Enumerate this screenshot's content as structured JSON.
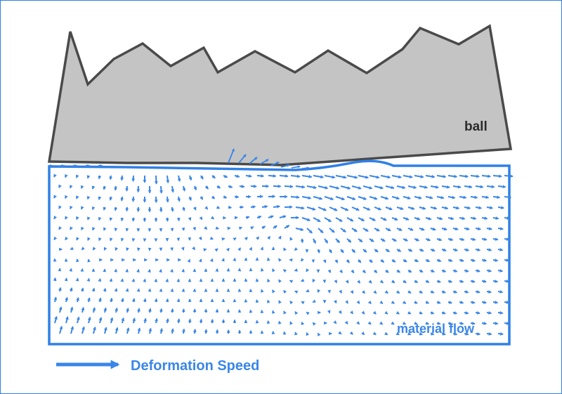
{
  "labels": {
    "ball": "ball",
    "material": "material flow",
    "legend": "Deformation Speed"
  },
  "colors": {
    "arrow": "#3a86e8",
    "box": "#2f80e6",
    "ball_fill": "#c4c4c4",
    "ball_stroke": "#4a4a4a",
    "label_dark": "#2b2b2b"
  },
  "legend": {
    "icon": "long-right-arrow-icon"
  }
}
